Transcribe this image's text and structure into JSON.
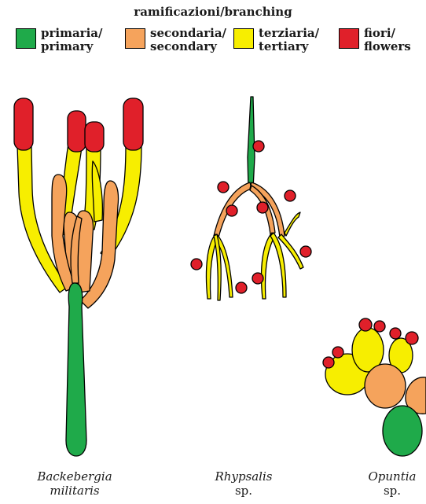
{
  "title": "ramificazioni/branching",
  "legend": [
    {
      "label_it": "primaria/",
      "label_en": "primary",
      "color": "#1faa4a",
      "icon": "green-square"
    },
    {
      "label_it": "secondaria/",
      "label_en": "secondary",
      "color": "#f5a35c",
      "icon": "orange-square"
    },
    {
      "label_it": "terziaria/",
      "label_en": "tertiary",
      "color": "#f7ee00",
      "icon": "yellow-square"
    },
    {
      "label_it": "fiori/",
      "label_en": "flowers",
      "color": "#e0202a",
      "icon": "red-square"
    }
  ],
  "captions": [
    {
      "line1": "Backebergia",
      "line2": "militaris"
    },
    {
      "line1": "Rhypsalis",
      "line2": "sp."
    },
    {
      "line1": "Opuntia",
      "line2": "sp."
    }
  ]
}
